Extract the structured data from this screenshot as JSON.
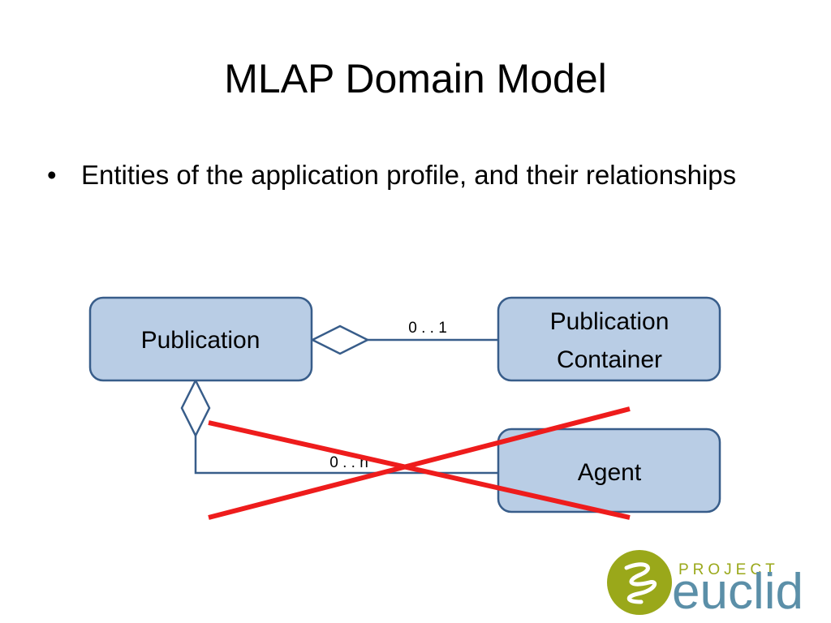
{
  "slide": {
    "title": "MLAP Domain Model",
    "bullet": "Entities of the application profile, and their relationships"
  },
  "diagram": {
    "entities": {
      "publication": "Publication",
      "publication_container_line1": "Publication",
      "publication_container_line2": "Container",
      "agent": "Agent"
    },
    "relationships": {
      "publication_to_container": "0 . . 1",
      "publication_to_agent": "0 . . n"
    },
    "colors": {
      "entity_fill": "#b9cde5",
      "entity_stroke": "#385d8a",
      "connector": "#385d8a",
      "strike": "#ee1c1c"
    }
  },
  "logo": {
    "small_text": "PROJECT",
    "word": "euclid",
    "color": "#9aa81a",
    "word_color": "#5b8fa8"
  }
}
